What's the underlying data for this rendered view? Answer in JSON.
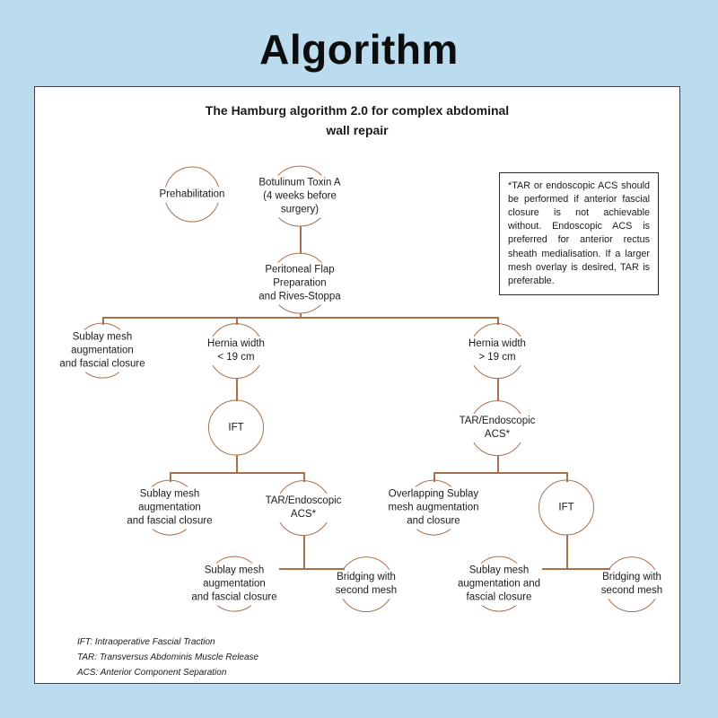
{
  "page_title": "Algorithm",
  "diagram": {
    "title": "The Hamburg algorithm 2.0 for complex abdominal\nwall repair"
  },
  "nodes": {
    "prehabilitation": "Prehabilitation",
    "botulinum": "Botulinum Toxin A\n(4 weeks before\nsurgery)",
    "peritoneal": "Peritoneal Flap\nPreparation\nand Rives-Stoppa",
    "sublay_left": "Sublay mesh\naugmentation\nand fascial closure",
    "hernia_lt": "Hernia width\n< 19 cm",
    "hernia_gt": "Hernia width\n> 19 cm",
    "ift_left": "IFT",
    "tar_right": "TAR/Endoscopic\nACS*",
    "sublay_mid_left": "Sublay mesh\naugmentation\nand fascial closure",
    "tar_mid": "TAR/Endoscopic\nACS*",
    "overlapping": "Overlapping Sublay\nmesh augmentation\nand closure",
    "ift_right": "IFT",
    "sublay_bottom_left": "Sublay mesh\naugmentation\nand fascial closure",
    "bridging_left": "Bridging with\nsecond mesh",
    "sublay_bottom_right": "Sublay mesh\naugmentation and\nfascial closure",
    "bridging_right": "Bridging with\nsecond mesh"
  },
  "note": "*TAR or endoscopic ACS should be performed if anterior fascial closure is not achievable without. Endoscopic ACS is preferred for anterior rectus sheath medialisation. If a larger mesh overlay is desired, TAR is preferable.",
  "legend": [
    "IFT: Intraoperative Fascial Traction",
    "TAR: Transversus Abdominis Muscle Release",
    "ACS: Anterior Component Separation"
  ],
  "colors": {
    "background": "#badcee",
    "card": "#ffffff",
    "card_border": "#3d4350",
    "connector": "#a8714e",
    "text": "#1b1b1b"
  }
}
